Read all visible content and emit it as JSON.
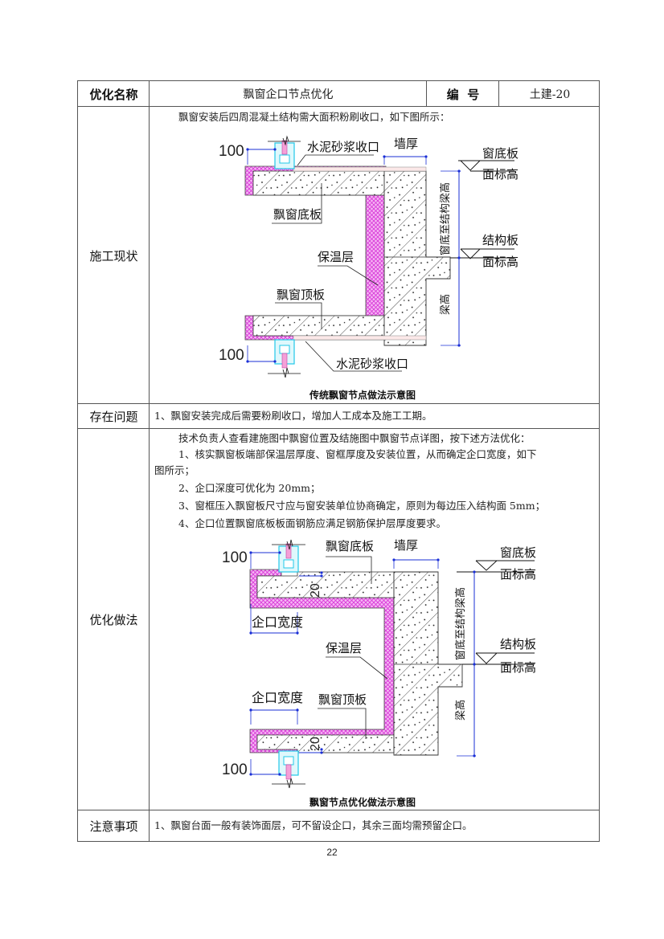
{
  "header": {
    "name_label": "优化名称",
    "name_value": "飘窗企口节点优化",
    "code_label": "编  号",
    "code_value": "土建-20"
  },
  "current_status": {
    "label": "施工现状",
    "intro": "飘窗安装后四周混凝土结构需大面积粉刷收口，如下图所示：",
    "diagram": {
      "dim_100_top": "100",
      "dim_100_bottom": "100",
      "mortar_top": "水泥砂浆收口",
      "mortar_bottom": "水泥砂浆收口",
      "wall_thickness": "墙厚",
      "bottom_slab": "飘窗底板",
      "insulation": "保温层",
      "top_slab": "飘窗顶板",
      "sill_elev_line1": "窗底板",
      "sill_elev_line2": "面标高",
      "struct_elev_line1": "结构板",
      "struct_elev_line2": "面标高",
      "vertical_dim_1": "窗底至结构梁高",
      "vertical_dim_2": "梁高",
      "caption": "传统飘窗节点做法示意图"
    },
    "colors": {
      "insulation": "#e040e0",
      "frame": "#33d6f0",
      "dimension": "#1a2fd6"
    }
  },
  "problem": {
    "label": "存在问题",
    "text": "1、飘窗安装完成后需要粉刷收口，增加人工成本及施工工期。"
  },
  "optimization": {
    "label": "优化做法",
    "intro": "技术负责人查看建施图中飘窗位置及结施图中飘窗节点详图，按下述方法优化：",
    "item1_line1": "1、核实飘窗板端部保温层厚度、窗框厚度及安装位置，从而确定企口宽度，如下",
    "item1_line2": "图所示；",
    "item2": "2、企口深度可优化为 20mm；",
    "item3": "3、窗框压入飘窗板尺寸应与窗安装单位协商确定，原则为每边压入结构面 5mm；",
    "item4": "4、企口位置飘窗底板板面钢筋应满足钢筋保护层厚度要求。",
    "diagram": {
      "dim_100_top": "100",
      "dim_100_bottom": "100",
      "dim_20_top": "20",
      "dim_20_bottom": "20",
      "rebate_width_top": "企口宽度",
      "rebate_width_bottom": "企口宽度",
      "wall_thickness": "墙厚",
      "bottom_slab": "飘窗底板",
      "insulation": "保温层",
      "top_slab": "飘窗顶板",
      "sill_elev_line1": "窗底板",
      "sill_elev_line2": "面标高",
      "struct_elev_line1": "结构板",
      "struct_elev_line2": "面标高",
      "vertical_dim_1": "窗底至结构梁高",
      "vertical_dim_2": "梁高",
      "caption": "飘窗节点优化做法示意图"
    }
  },
  "notes": {
    "label": "注意事项",
    "text": "1、飘窗台面一般有装饰面层，可不留设企口，其余三面均需预留企口。"
  },
  "page_number": "22"
}
